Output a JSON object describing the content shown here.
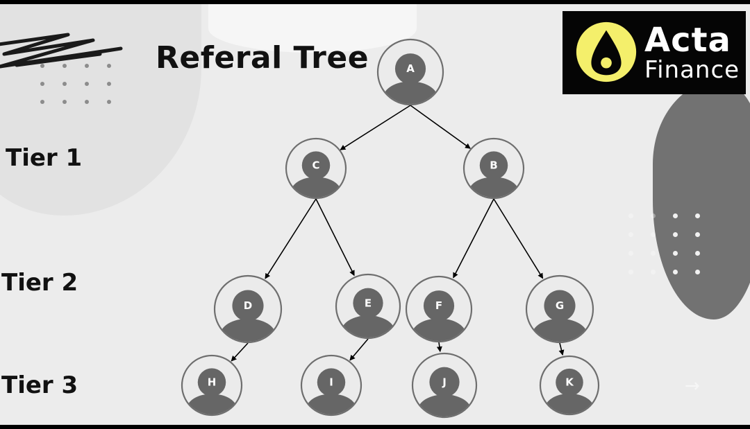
{
  "title": "Referal Tree",
  "tiers": [
    "Tier 1",
    "Tier 2",
    "Tier 3"
  ],
  "logo": {
    "line1": "Acta",
    "line2": "Finance",
    "accent": "#f4ef6b"
  },
  "colors": {
    "node_ring": "#6e6e6e",
    "node_fill": "#ebebeb",
    "avatar": "#666666",
    "edge": "#000000"
  },
  "nodes": [
    {
      "id": "A",
      "tier": 0
    },
    {
      "id": "C",
      "tier": 1
    },
    {
      "id": "B",
      "tier": 1
    },
    {
      "id": "D",
      "tier": 2
    },
    {
      "id": "E",
      "tier": 2
    },
    {
      "id": "F",
      "tier": 2
    },
    {
      "id": "G",
      "tier": 2
    },
    {
      "id": "H",
      "tier": 3
    },
    {
      "id": "I",
      "tier": 3
    },
    {
      "id": "J",
      "tier": 3
    },
    {
      "id": "K",
      "tier": 3
    }
  ],
  "edges": [
    [
      "A",
      "C"
    ],
    [
      "A",
      "B"
    ],
    [
      "C",
      "D"
    ],
    [
      "C",
      "E"
    ],
    [
      "B",
      "F"
    ],
    [
      "B",
      "G"
    ],
    [
      "D",
      "H"
    ],
    [
      "E",
      "I"
    ],
    [
      "F",
      "J"
    ],
    [
      "G",
      "K"
    ]
  ],
  "icons": {
    "decoration": "scribble-icon",
    "arrow": "arrow-right-icon"
  }
}
